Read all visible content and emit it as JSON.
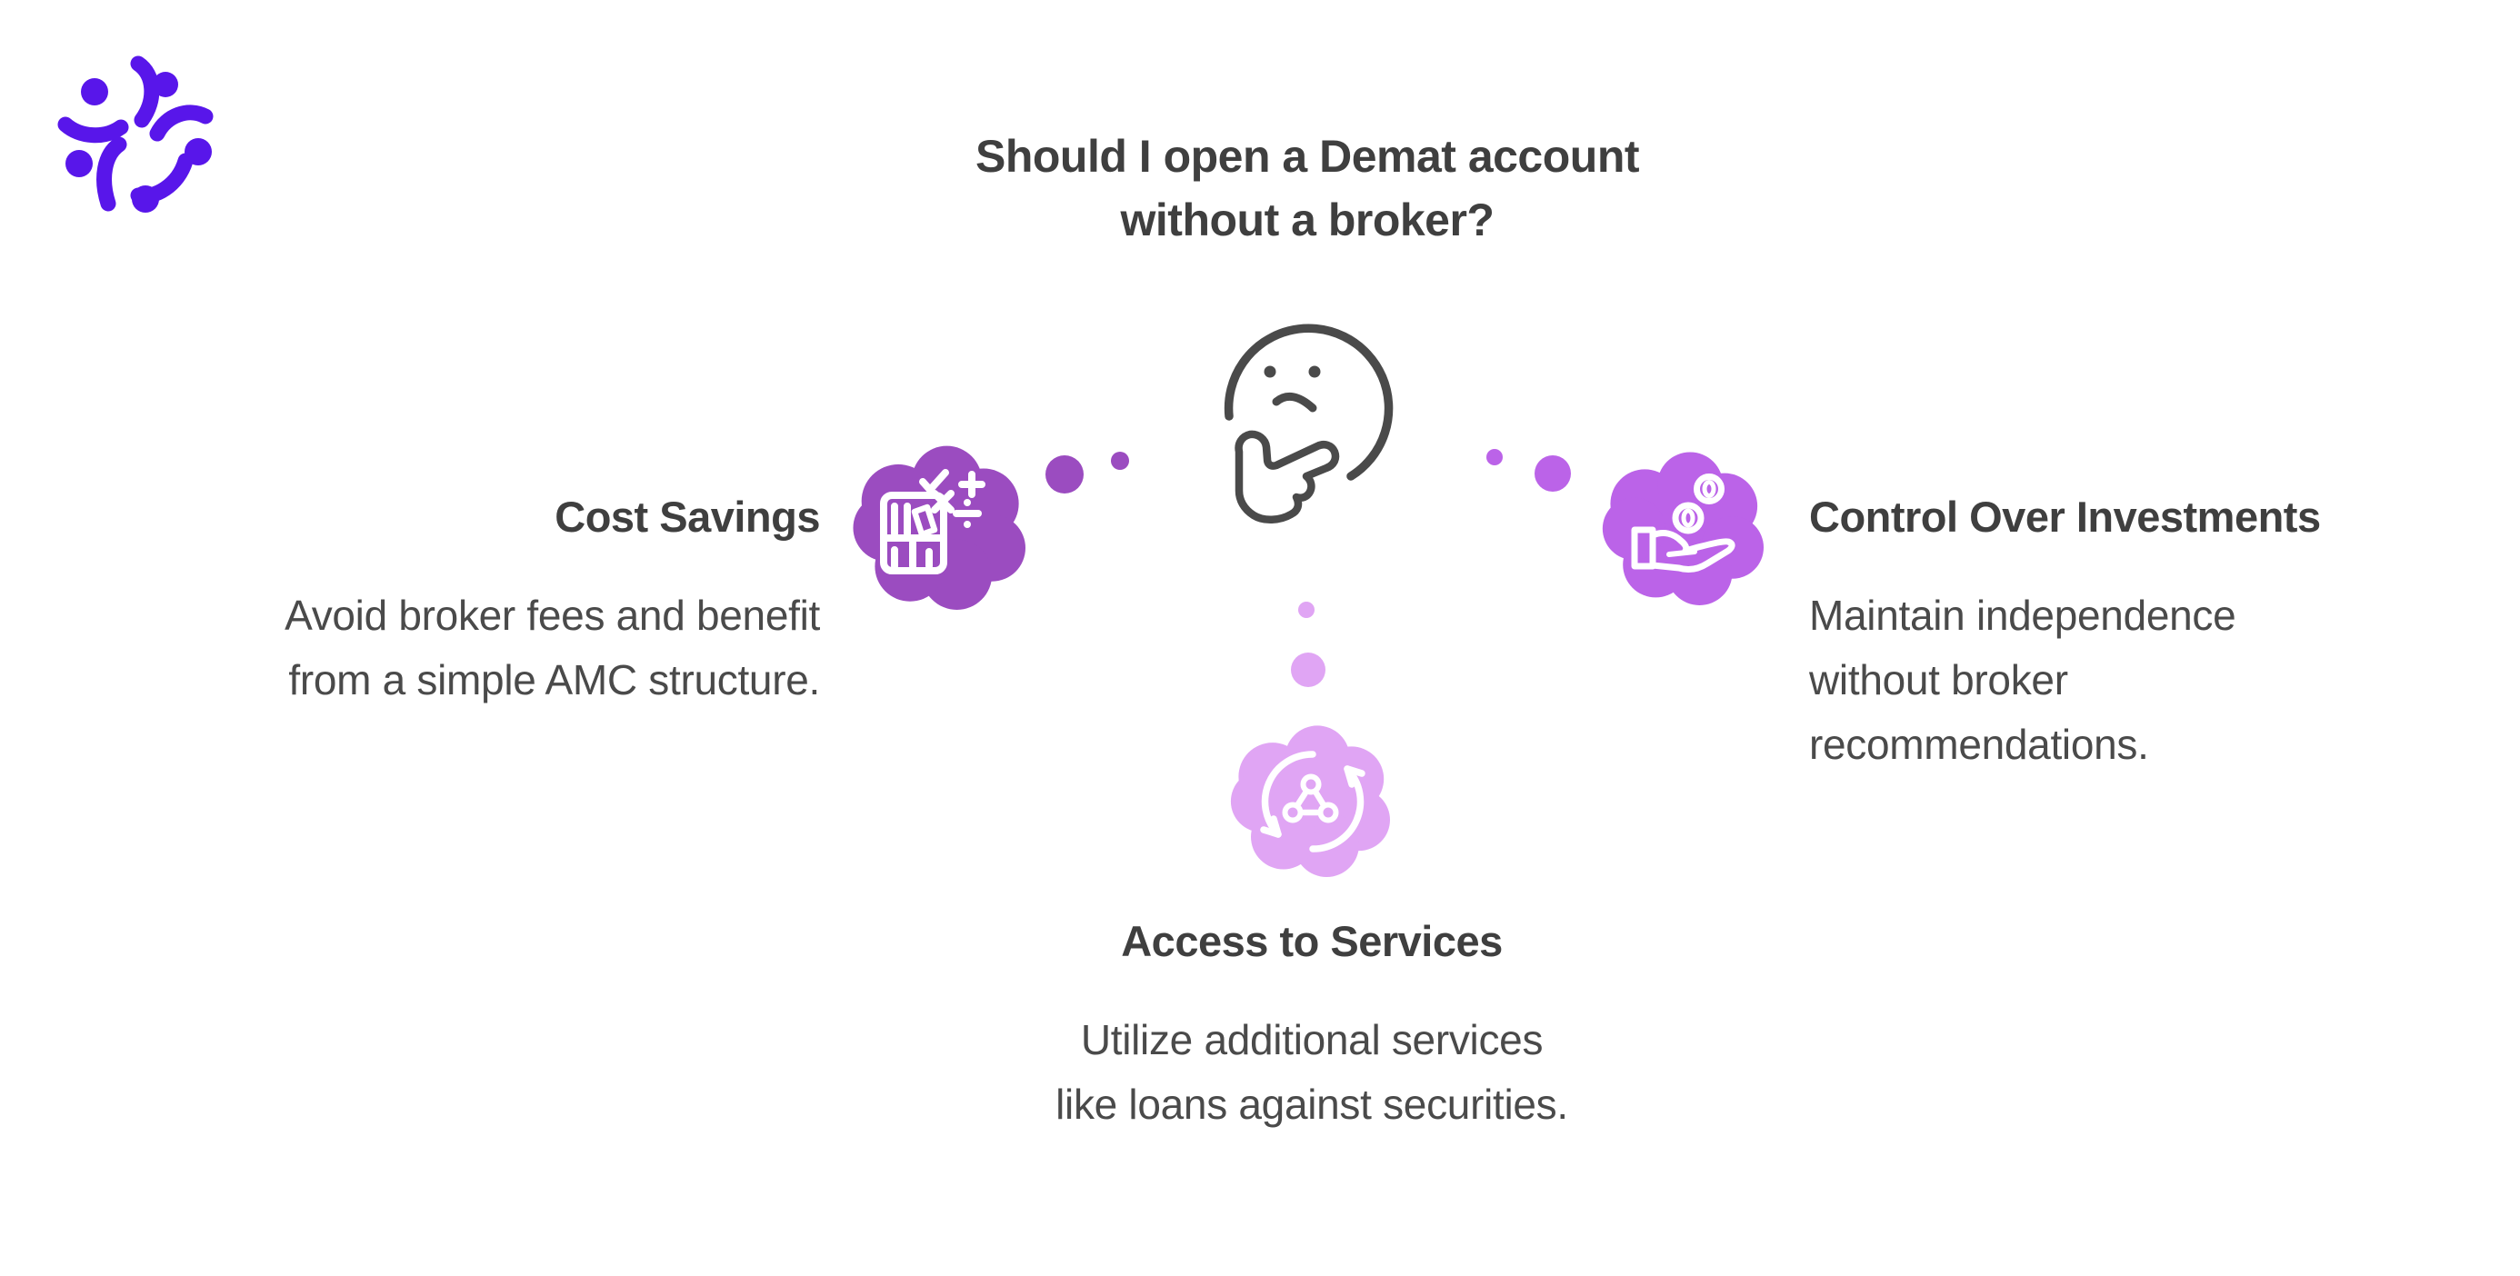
{
  "title": {
    "lines": [
      "Should I open a Demat account",
      "without a broker?"
    ]
  },
  "figure": {
    "center_icon": "thinking-face-icon",
    "logo_icon": "brand-pinwheel-logo"
  },
  "sections": {
    "left": {
      "heading": "Cost Savings",
      "body_lines": [
        "Avoid broker fees and benefit",
        "from a simple AMC structure."
      ],
      "icon": "math-ledger-icon"
    },
    "right": {
      "heading": "Control Over Investments",
      "body_lines": [
        "Maintain independence",
        "without broker",
        "recommendations."
      ],
      "icon": "hand-coins-icon"
    },
    "bottom": {
      "heading": "Access to Services",
      "body_lines": [
        "Utilize additional services",
        "like loans against securities."
      ],
      "icon": "cycle-network-icon"
    }
  },
  "colors": {
    "logo": "#5816ea",
    "cost": "#9b4cc0",
    "control": "#bb63e8",
    "services": "#e0a5f4",
    "ink": "#3f3f3f",
    "bodyink": "#4a4a4a",
    "face": "#4a4a4a"
  }
}
